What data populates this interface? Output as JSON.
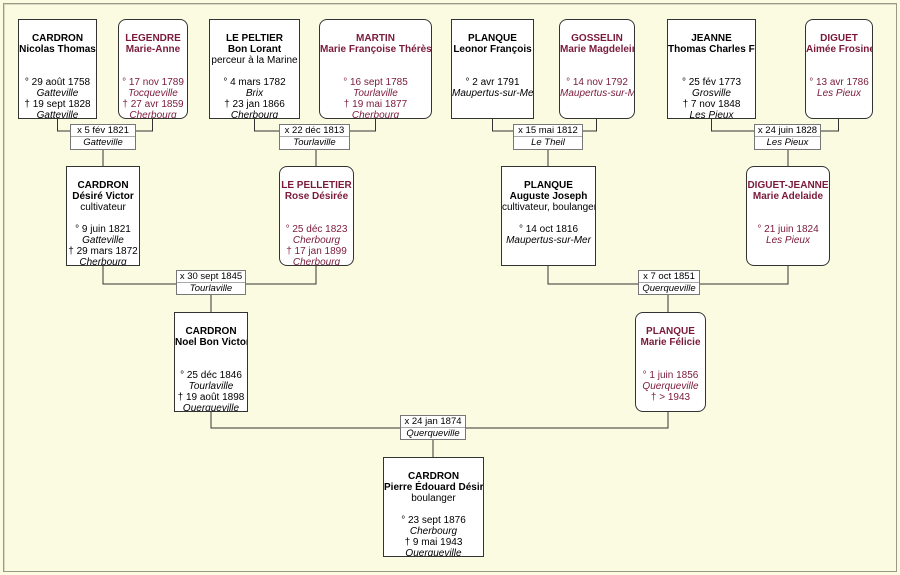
{
  "people": [
    {
      "id": "p1",
      "gender": "m",
      "surname": "CARDRON",
      "given": "Nicolas Thomas",
      "occupation": "",
      "lines": [
        {
          "t": "° 29 août 1758"
        },
        {
          "t": "Gatteville",
          "i": true
        },
        {
          "t": "† 19 sept 1828"
        },
        {
          "t": "Gatteville",
          "i": true
        }
      ]
    },
    {
      "id": "p2",
      "gender": "f",
      "surname": "LEGENDRE",
      "given": "Marie-Anne",
      "occupation": "",
      "lines": [
        {
          "t": "° 17 nov 1789"
        },
        {
          "t": "Tocqueville",
          "i": true
        },
        {
          "t": "† 27 avr 1859"
        },
        {
          "t": "Cherbourg",
          "i": true
        }
      ]
    },
    {
      "id": "p3",
      "gender": "m",
      "surname": "LE PELTIER",
      "given": "Bon Lorant",
      "occupation": "perceur à la Marine",
      "lines": [
        {
          "t": "° 4 mars 1782"
        },
        {
          "t": "Brix",
          "i": true
        },
        {
          "t": "† 23 jan 1866"
        },
        {
          "t": "Cherbourg",
          "i": true
        }
      ]
    },
    {
      "id": "p4",
      "gender": "f",
      "surname": "MARTIN",
      "given": "Marie Françoise Thérèse",
      "occupation": "",
      "lines": [
        {
          "t": "° 16 sept 1785"
        },
        {
          "t": "Tourlaville",
          "i": true
        },
        {
          "t": "† 19 mai 1877"
        },
        {
          "t": "Cherbourg",
          "i": true
        }
      ]
    },
    {
      "id": "p5",
      "gender": "m",
      "surname": "PLANQUE",
      "given": "Leonor François",
      "occupation": "",
      "lines": [
        {
          "t": "° 2 avr 1791"
        },
        {
          "t": "Maupertus-sur-Mer",
          "i": true
        }
      ]
    },
    {
      "id": "p6",
      "gender": "f",
      "surname": "GOSSELIN",
      "given": "Marie Magdeleine",
      "occupation": "",
      "lines": [
        {
          "t": "° 14 nov 1792"
        },
        {
          "t": "Maupertus-sur-Mer",
          "i": true
        }
      ]
    },
    {
      "id": "p7",
      "gender": "m",
      "surname": "JEANNE",
      "given": "Thomas Charles François",
      "occupation": "",
      "lines": [
        {
          "t": "° 25 fév 1773"
        },
        {
          "t": "Grosville",
          "i": true
        },
        {
          "t": "† 7 nov 1848"
        },
        {
          "t": "Les Pieux",
          "i": true
        }
      ]
    },
    {
      "id": "p8",
      "gender": "f",
      "surname": "DIGUET",
      "given": "Aimée Frosine",
      "occupation": "",
      "lines": [
        {
          "t": "° 13 avr 1786"
        },
        {
          "t": "Les Pieux",
          "i": true
        }
      ]
    },
    {
      "id": "p9",
      "gender": "m",
      "surname": "CARDRON",
      "given": "Désiré Victor",
      "occupation": "cultivateur",
      "lines": [
        {
          "t": "° 9 juin 1821"
        },
        {
          "t": "Gatteville",
          "i": true
        },
        {
          "t": "† 29 mars 1872"
        },
        {
          "t": "Cherbourg",
          "i": true
        }
      ]
    },
    {
      "id": "p10",
      "gender": "f",
      "surname": "LE PELLETIER",
      "given": "Rose Désirée",
      "occupation": "",
      "lines": [
        {
          "t": "° 25 déc 1823"
        },
        {
          "t": "Cherbourg",
          "i": true
        },
        {
          "t": "† 17 jan 1899"
        },
        {
          "t": "Cherbourg",
          "i": true
        }
      ]
    },
    {
      "id": "p11",
      "gender": "m",
      "surname": "PLANQUE",
      "given": "Auguste Joseph",
      "occupation": "cultivateur, boulanger",
      "lines": [
        {
          "t": "° 14 oct 1816"
        },
        {
          "t": "Maupertus-sur-Mer",
          "i": true
        }
      ]
    },
    {
      "id": "p12",
      "gender": "f",
      "surname": "DIGUET-JEANNE",
      "given": "Marie Adelaide",
      "occupation": "",
      "lines": [
        {
          "t": "° 21 juin 1824"
        },
        {
          "t": "Les Pieux",
          "i": true
        }
      ]
    },
    {
      "id": "p13",
      "gender": "m",
      "surname": "CARDRON",
      "given": "Noel Bon Victor",
      "occupation": "",
      "lines": [
        {
          "t": "° 25 déc 1846"
        },
        {
          "t": "Tourlaville",
          "i": true
        },
        {
          "t": "† 19 août 1898"
        },
        {
          "t": "Querqueville",
          "i": true
        }
      ]
    },
    {
      "id": "p14",
      "gender": "f",
      "surname": "PLANQUE",
      "given": "Marie Félicie",
      "occupation": "",
      "lines": [
        {
          "t": "° 1 juin 1856"
        },
        {
          "t": "Querqueville",
          "i": true
        },
        {
          "t": "† > 1943"
        }
      ]
    },
    {
      "id": "p15",
      "gender": "m",
      "surname": "CARDRON",
      "given": "Pierre Édouard Désiré",
      "occupation": "boulanger",
      "lines": [
        {
          "t": "° 23 sept 1876"
        },
        {
          "t": "Cherbourg",
          "i": true
        },
        {
          "t": "† 9 mai 1943"
        },
        {
          "t": "Querqueville",
          "i": true
        }
      ]
    }
  ],
  "marriages": [
    {
      "id": "m1",
      "date": "x 5 fév 1821",
      "place": "Gatteville"
    },
    {
      "id": "m2",
      "date": "x 22 déc 1813",
      "place": "Tourlaville"
    },
    {
      "id": "m3",
      "date": "x 15 mai 1812",
      "place": "Le Theil"
    },
    {
      "id": "m4",
      "date": "x 24 juin 1828",
      "place": "Les Pieux"
    },
    {
      "id": "m5",
      "date": "x 30 sept 1845",
      "place": "Tourlaville"
    },
    {
      "id": "m6",
      "date": "x 7 oct 1851",
      "place": "Querqueville"
    },
    {
      "id": "m7",
      "date": "x 24 jan 1874",
      "place": "Querqueville"
    }
  ]
}
